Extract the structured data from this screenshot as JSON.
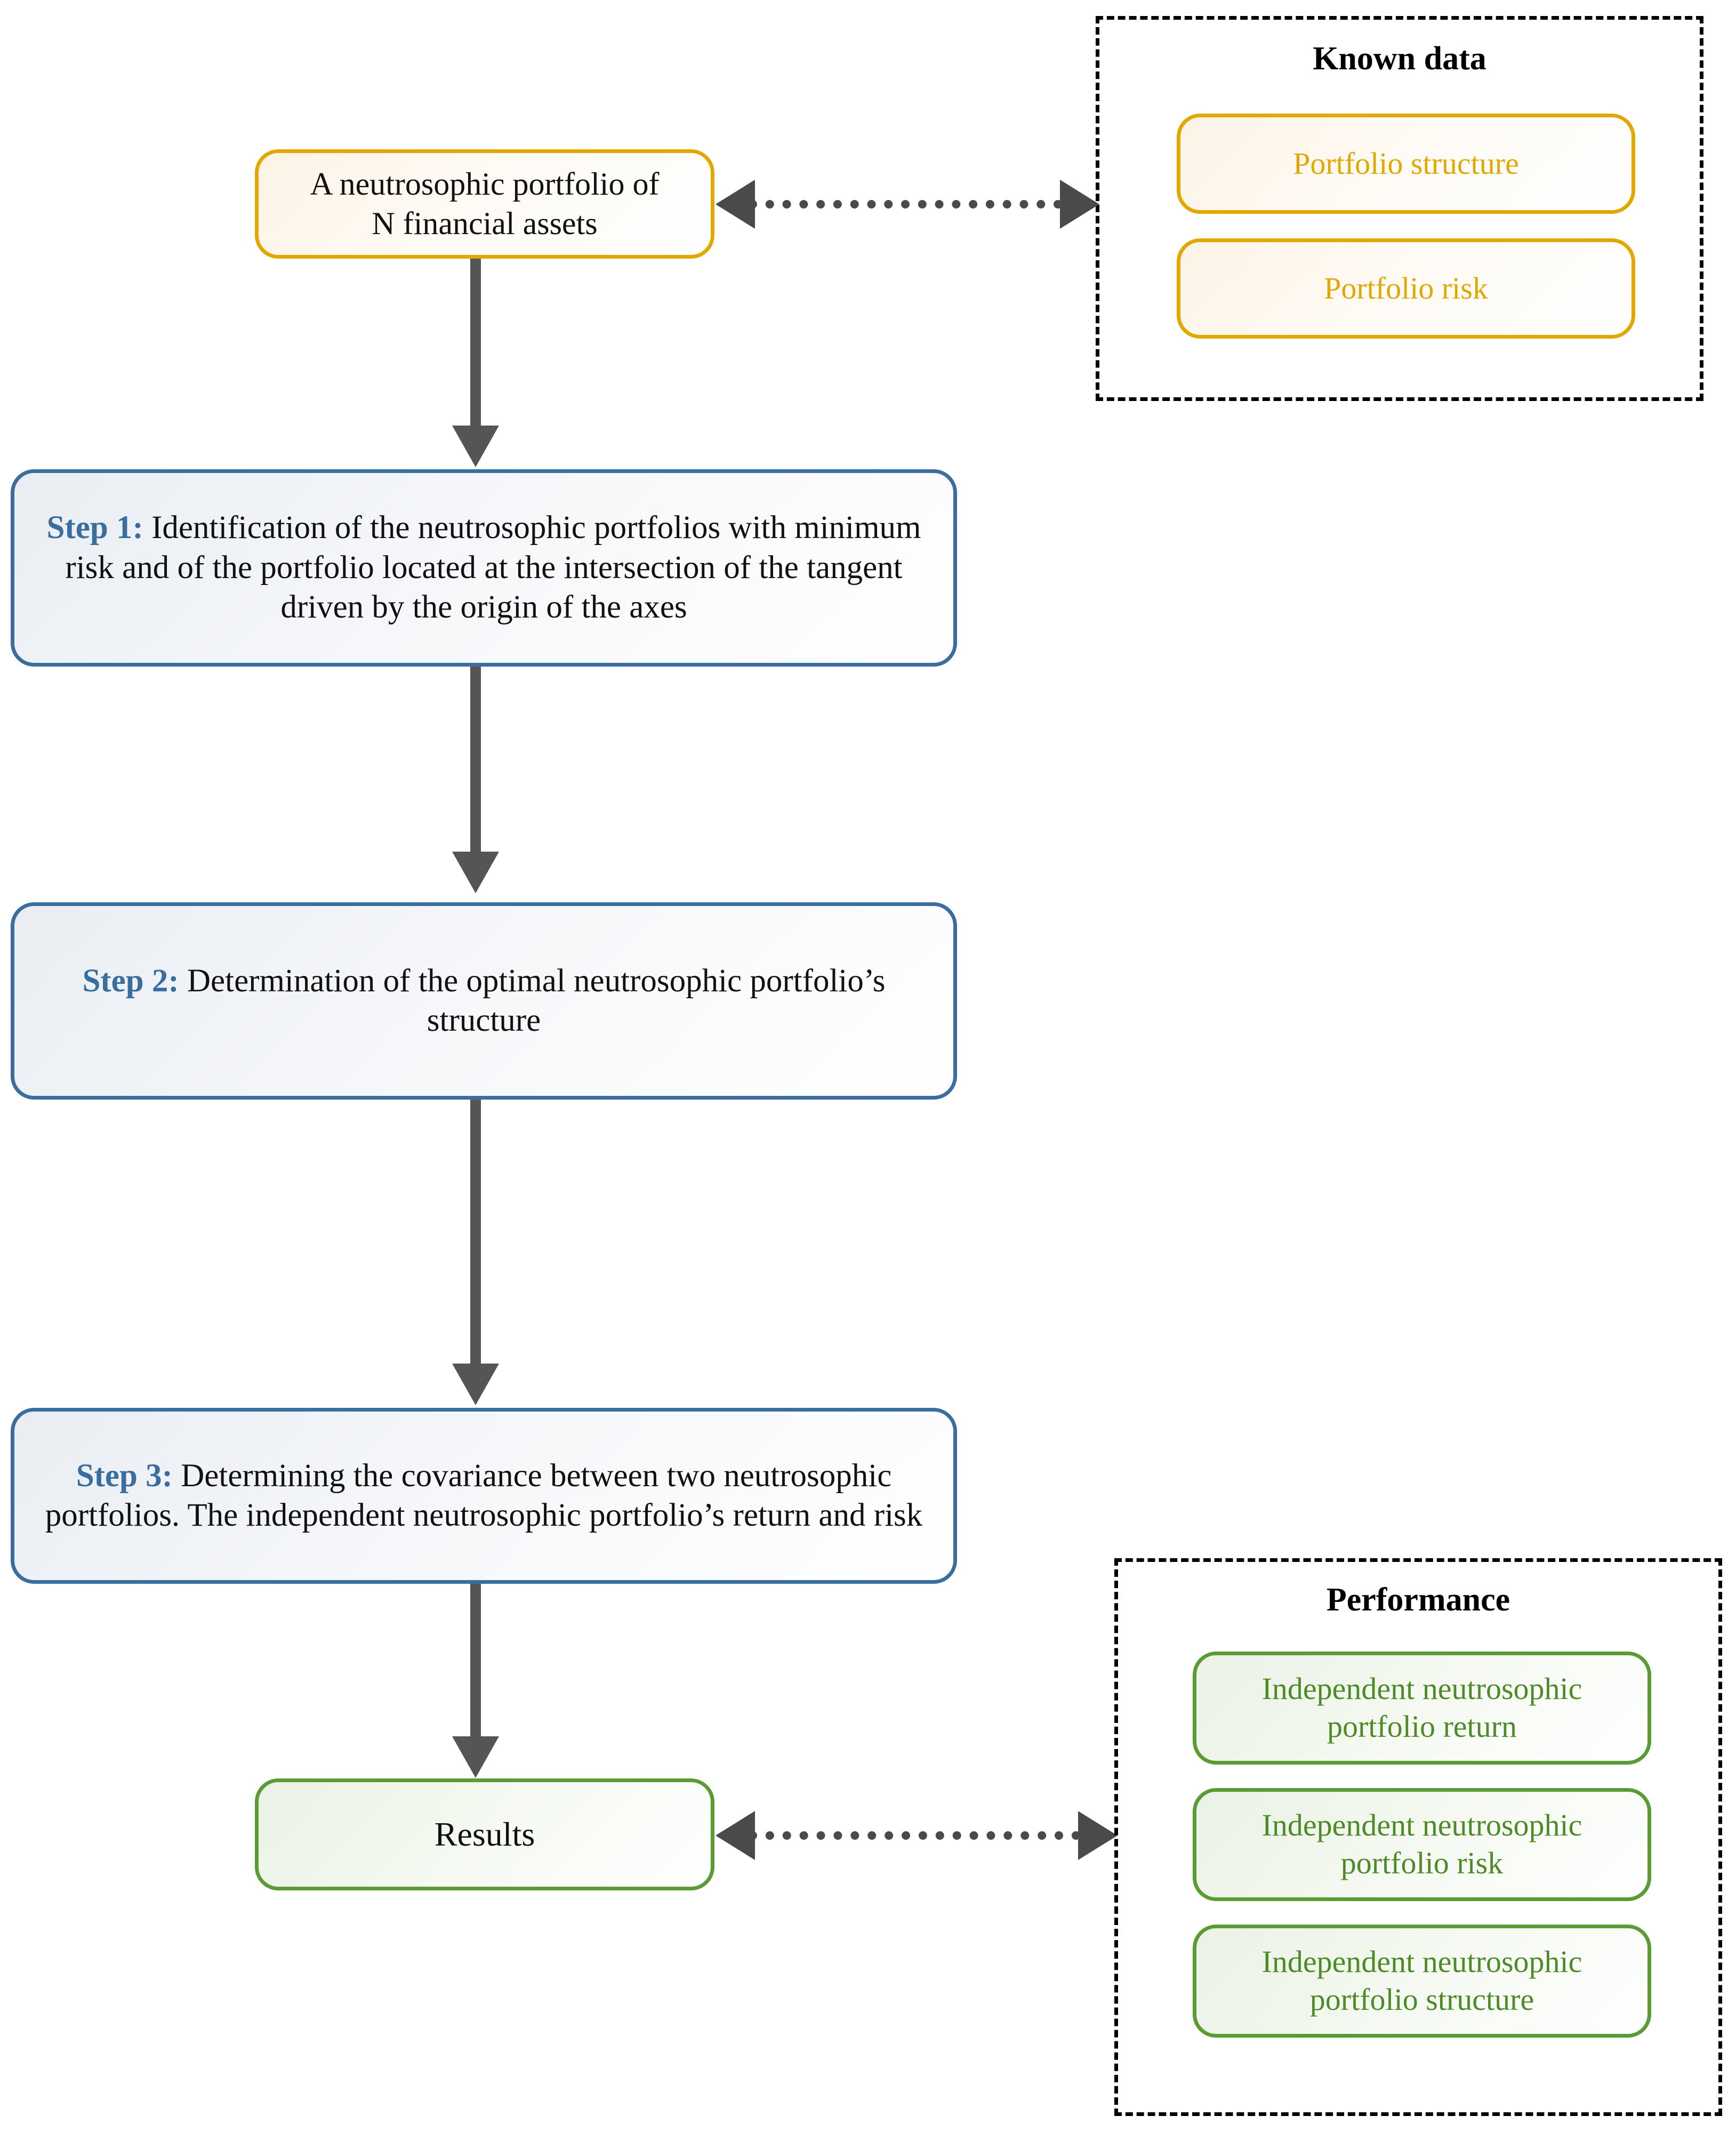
{
  "diagram": {
    "title": "Neutrosophic portfolio optimisation flowchart",
    "colors": {
      "orange": "#E0A800",
      "blue": "#3A6E9E",
      "green": "#5B9B35",
      "arrow": "#555555",
      "dashed": "#000000"
    }
  },
  "start": {
    "line1": "A neutrosophic portfolio of",
    "line2": "N financial assets"
  },
  "known_data": {
    "title": "Known data",
    "items": [
      {
        "label": "Portfolio structure"
      },
      {
        "label": "Portfolio risk"
      }
    ]
  },
  "steps": [
    {
      "label": "Step 1:",
      "text": " Identification of the neutrosophic portfolios with minimum risk and of the portfolio located at the intersection of the tangent driven by the origin of the axes"
    },
    {
      "label": "Step 2:",
      "text": " Determination of the optimal neutrosophic portfolio’s structure"
    },
    {
      "label": "Step 3:",
      "text": " Determining the covariance between two neutrosophic portfolios. The independent neutrosophic portfolio’s return and risk"
    }
  ],
  "results": {
    "label": "Results"
  },
  "performance": {
    "title": "Performance",
    "items": [
      {
        "line1": "Independent neutrosophic",
        "line2": "portfolio return"
      },
      {
        "line1": "Independent neutrosophic",
        "line2": "portfolio risk"
      },
      {
        "line1": "Independent neutrosophic",
        "line2": "portfolio structure"
      }
    ]
  }
}
